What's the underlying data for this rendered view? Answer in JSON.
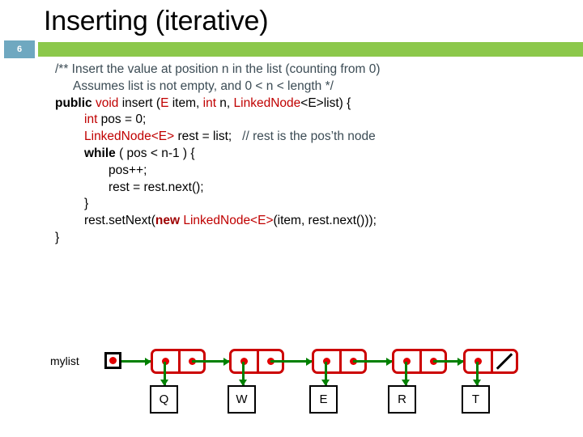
{
  "slide": {
    "number": "6",
    "title": "Inserting (iterative)",
    "accent_green": "#8CC84B",
    "badge_blue": "#6FA8C0"
  },
  "code": {
    "comment_color": "#3C4C55",
    "type_color": "#C00000",
    "keyword_color": "#000000",
    "lines": [
      {
        "indent": 0,
        "tokens": [
          {
            "t": "/** Insert the value at position n in the list (counting from 0)",
            "c": "cmt"
          }
        ]
      },
      {
        "indent": 1,
        "tokens": [
          {
            "t": "Assumes list is not empty, and 0 < n < length */",
            "c": "cmt"
          }
        ]
      },
      {
        "indent": 0,
        "tokens": [
          {
            "t": "public",
            "c": "kw"
          },
          {
            "t": " ",
            "c": "plain"
          },
          {
            "t": "void",
            "c": "typ"
          },
          {
            "t": " insert (",
            "c": "plain"
          },
          {
            "t": "E",
            "c": "typ"
          },
          {
            "t": " item, ",
            "c": "plain"
          },
          {
            "t": "int",
            "c": "typ"
          },
          {
            "t": " n, ",
            "c": "plain"
          },
          {
            "t": "LinkedNode",
            "c": "typ"
          },
          {
            "t": "<E>list) {",
            "c": "plain"
          }
        ]
      },
      {
        "indent": 2,
        "tokens": [
          {
            "t": "int",
            "c": "typ"
          },
          {
            "t": " pos = 0;",
            "c": "plain"
          }
        ]
      },
      {
        "indent": 2,
        "tokens": [
          {
            "t": "LinkedNode<E>",
            "c": "typ"
          },
          {
            "t": " rest = list;   ",
            "c": "plain"
          },
          {
            "t": "// rest is the pos’th node",
            "c": "cmt"
          }
        ]
      },
      {
        "indent": 2,
        "tokens": [
          {
            "t": "while",
            "c": "kw"
          },
          {
            "t": " ( pos < n-1 ) {",
            "c": "plain"
          }
        ]
      },
      {
        "indent": 3,
        "tokens": [
          {
            "t": "pos++;",
            "c": "plain"
          }
        ]
      },
      {
        "indent": 3,
        "tokens": [
          {
            "t": "rest = rest.next();",
            "c": "plain"
          }
        ]
      },
      {
        "indent": 2,
        "tokens": [
          {
            "t": "}",
            "c": "plain"
          }
        ]
      },
      {
        "indent": 2,
        "tokens": [
          {
            "t": "rest.setNext(",
            "c": "plain"
          },
          {
            "t": "new",
            "c": "kwr"
          },
          {
            "t": " ",
            "c": "plain"
          },
          {
            "t": "LinkedNode<E>",
            "c": "typ"
          },
          {
            "t": "(item, rest.next()));",
            "c": "plain"
          }
        ]
      },
      {
        "indent": 0,
        "tokens": [
          {
            "t": "}",
            "c": "plain"
          }
        ]
      }
    ]
  },
  "diagram": {
    "pointer_label": "mylist",
    "node_border_color": "#CC0000",
    "dot_color": "#E00000",
    "arrow_color": "#008000",
    "values": [
      "Q",
      "W",
      "E",
      "R",
      "T"
    ],
    "last_node_next": "null-slash"
  }
}
